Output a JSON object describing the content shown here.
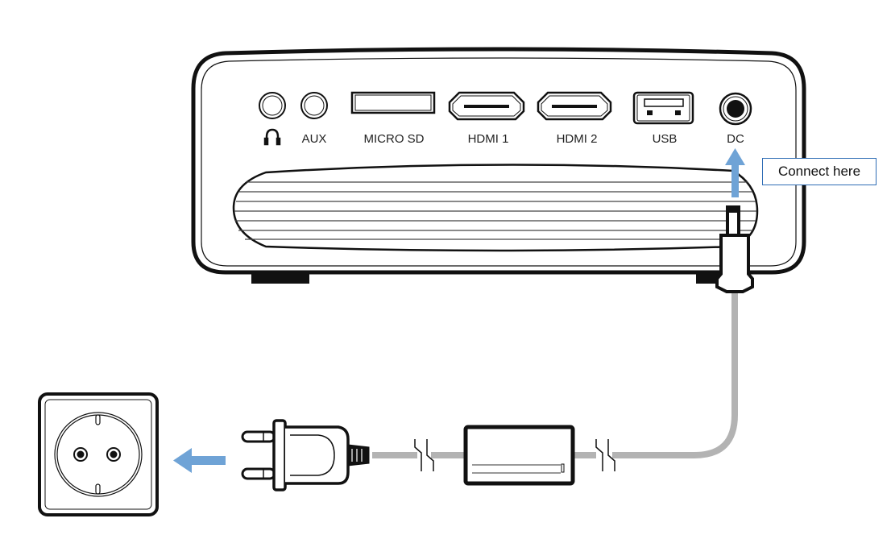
{
  "ports": [
    {
      "id": "headphone",
      "label": "",
      "icon": "headphone-icon"
    },
    {
      "id": "aux",
      "label": "AUX"
    },
    {
      "id": "micro_sd",
      "label": "MICRO SD"
    },
    {
      "id": "hdmi1",
      "label": "HDMI 1"
    },
    {
      "id": "hdmi2",
      "label": "HDMI 2"
    },
    {
      "id": "usb",
      "label": "USB"
    },
    {
      "id": "dc",
      "label": "DC"
    }
  ],
  "callout": {
    "text": "Connect here"
  },
  "colors": {
    "arrow": "#6fa3d6",
    "callout_border": "#2f6db5",
    "cable": "#b3b3b3",
    "outline": "#111111"
  }
}
